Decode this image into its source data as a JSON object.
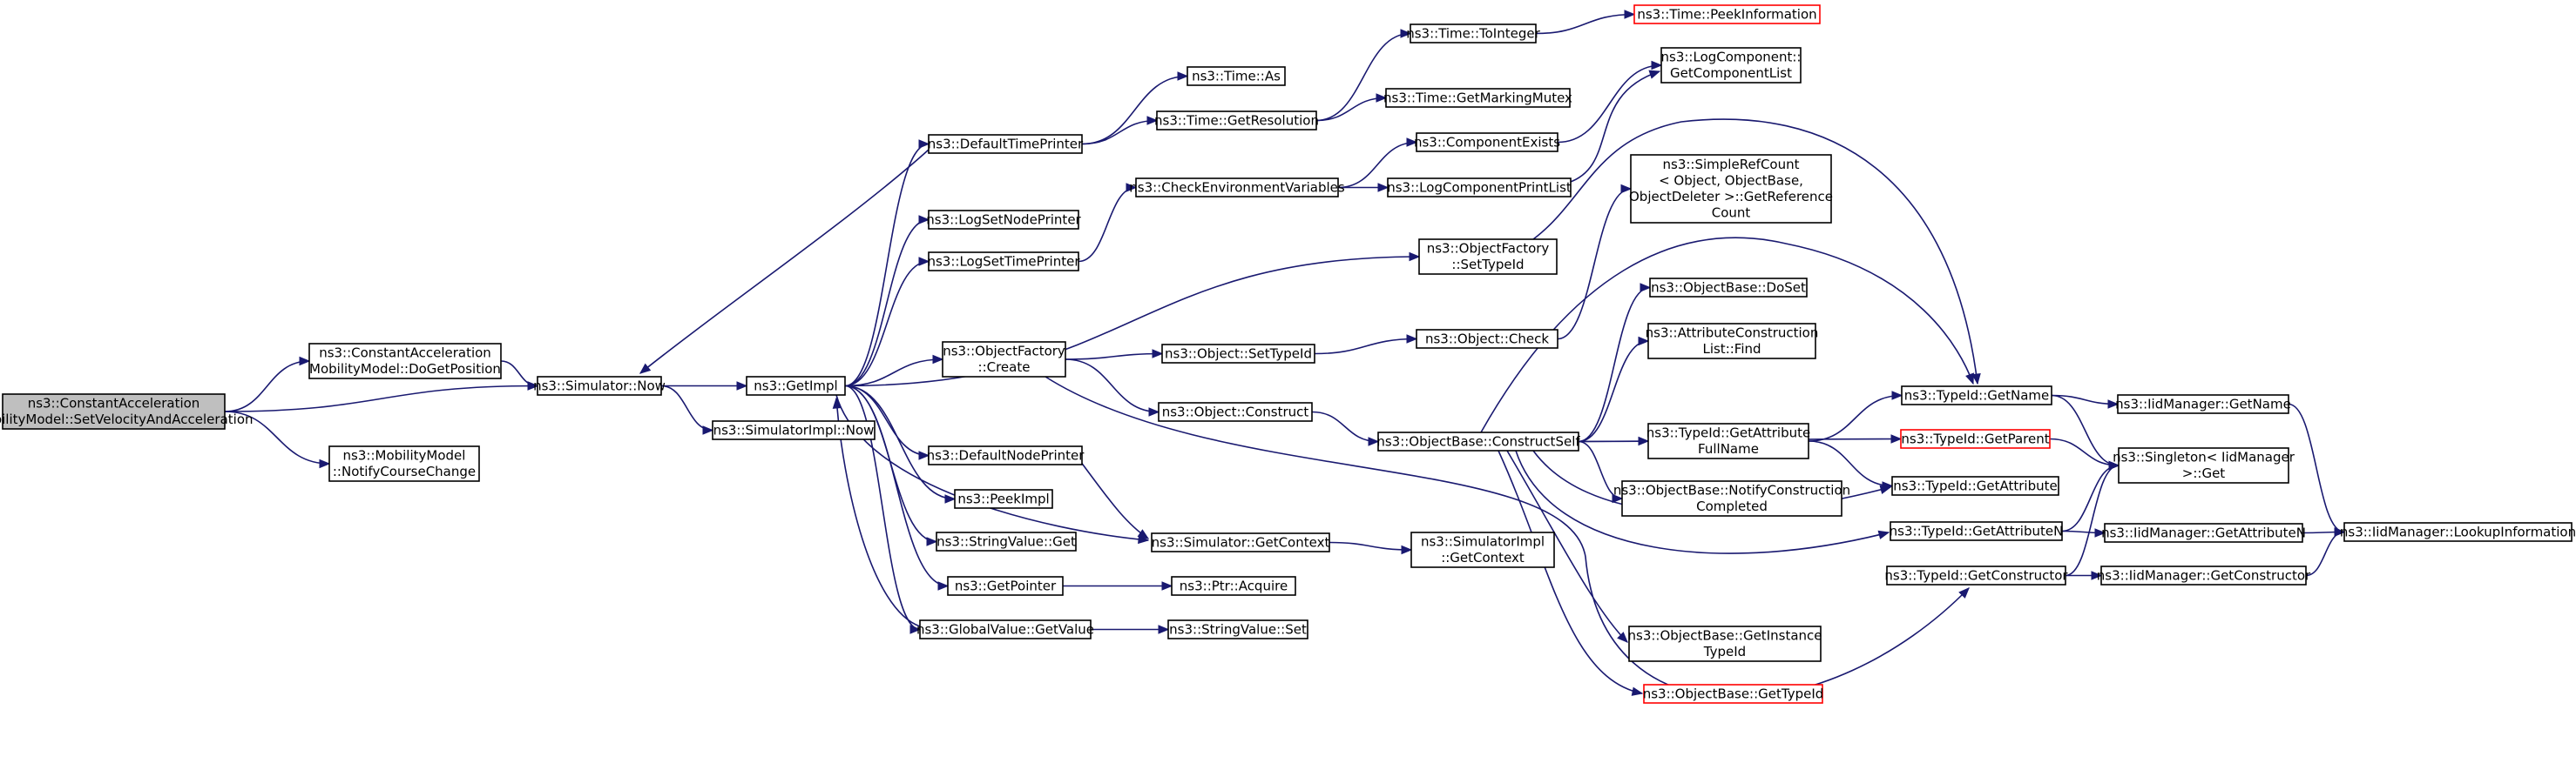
{
  "diagram": {
    "nodes": [
      {
        "id": "root",
        "lines": [
          "ns3::ConstantAcceleration",
          "MobilityModel::SetVelocityAndAcceleration"
        ],
        "style": "root"
      },
      {
        "id": "doGetPosition",
        "lines": [
          "ns3::ConstantAcceleration",
          "MobilityModel::DoGetPosition"
        ]
      },
      {
        "id": "notifyCourseChange",
        "lines": [
          "ns3::MobilityModel",
          "::NotifyCourseChange"
        ]
      },
      {
        "id": "simulatorNow",
        "lines": [
          "ns3::Simulator::Now"
        ]
      },
      {
        "id": "simulatorImplNow",
        "lines": [
          "ns3::SimulatorImpl::Now"
        ]
      },
      {
        "id": "getImpl",
        "lines": [
          "ns3::GetImpl"
        ]
      },
      {
        "id": "defaultTimePrinter",
        "lines": [
          "ns3::DefaultTimePrinter"
        ]
      },
      {
        "id": "logSetNodePrinter",
        "lines": [
          "ns3::LogSetNodePrinter"
        ]
      },
      {
        "id": "logSetTimePrinter",
        "lines": [
          "ns3::LogSetTimePrinter"
        ]
      },
      {
        "id": "objectFactoryCreate",
        "lines": [
          "ns3::ObjectFactory",
          "::Create"
        ]
      },
      {
        "id": "defaultNodePrinter",
        "lines": [
          "ns3::DefaultNodePrinter"
        ]
      },
      {
        "id": "peekImpl",
        "lines": [
          "ns3::PeekImpl"
        ]
      },
      {
        "id": "stringValueGet",
        "lines": [
          "ns3::StringValue::Get"
        ]
      },
      {
        "id": "getPointer",
        "lines": [
          "ns3::GetPointer"
        ]
      },
      {
        "id": "globalValueGetValue",
        "lines": [
          "ns3::GlobalValue::GetValue"
        ]
      },
      {
        "id": "timeAs",
        "lines": [
          "ns3::Time::As"
        ]
      },
      {
        "id": "timeGetResolution",
        "lines": [
          "ns3::Time::GetResolution"
        ]
      },
      {
        "id": "checkEnvVars",
        "lines": [
          "ns3::CheckEnvironmentVariables"
        ]
      },
      {
        "id": "objectSetTypeId",
        "lines": [
          "ns3::Object::SetTypeId"
        ]
      },
      {
        "id": "objectConstruct",
        "lines": [
          "ns3::Object::Construct"
        ]
      },
      {
        "id": "simulatorGetContext",
        "lines": [
          "ns3::Simulator::GetContext"
        ]
      },
      {
        "id": "ptrAcquire",
        "lines": [
          "ns3::Ptr::Acquire"
        ]
      },
      {
        "id": "stringValueSet",
        "lines": [
          "ns3::StringValue::Set"
        ]
      },
      {
        "id": "timeToInteger",
        "lines": [
          "ns3::Time::ToInteger"
        ]
      },
      {
        "id": "timeGetMarkingMutex",
        "lines": [
          "ns3::Time::GetMarkingMutex"
        ]
      },
      {
        "id": "componentExists",
        "lines": [
          "ns3::ComponentExists"
        ]
      },
      {
        "id": "logComponentPrintList",
        "lines": [
          "ns3::LogComponentPrintList"
        ]
      },
      {
        "id": "objectFactorySetTypeId",
        "lines": [
          "ns3::ObjectFactory",
          "::SetTypeId"
        ]
      },
      {
        "id": "objectCheck",
        "lines": [
          "ns3::Object::Check"
        ]
      },
      {
        "id": "objectBaseConstructSelf",
        "lines": [
          "ns3::ObjectBase::ConstructSelf"
        ]
      },
      {
        "id": "simulatorImplGetContext",
        "lines": [
          "ns3::SimulatorImpl",
          "::GetContext"
        ]
      },
      {
        "id": "timePeekInformation",
        "lines": [
          "ns3::Time::PeekInformation"
        ],
        "style": "trunc"
      },
      {
        "id": "logComponentGetComponentList",
        "lines": [
          "ns3::LogComponent::",
          "GetComponentList"
        ]
      },
      {
        "id": "simpleRefCountGetReferenceCount",
        "lines": [
          "ns3::SimpleRefCount",
          "< Object, ObjectBase,",
          "ObjectDeleter >::GetReference",
          "Count"
        ]
      },
      {
        "id": "objectBaseDoSet",
        "lines": [
          "ns3::ObjectBase::DoSet"
        ]
      },
      {
        "id": "attributeConstructionListFind",
        "lines": [
          "ns3::AttributeConstruction",
          "List::Find"
        ]
      },
      {
        "id": "typeIdGetAttributeFullName",
        "lines": [
          "ns3::TypeId::GetAttribute",
          "FullName"
        ]
      },
      {
        "id": "objectBaseNotifyConstructionCompleted",
        "lines": [
          "ns3::ObjectBase::NotifyConstruction",
          "Completed"
        ]
      },
      {
        "id": "objectBaseGetInstanceTypeId",
        "lines": [
          "ns3::ObjectBase::GetInstance",
          "TypeId"
        ]
      },
      {
        "id": "objectBaseGetTypeId",
        "lines": [
          "ns3::ObjectBase::GetTypeId"
        ],
        "style": "trunc"
      },
      {
        "id": "typeIdGetName",
        "lines": [
          "ns3::TypeId::GetName"
        ]
      },
      {
        "id": "typeIdGetParent",
        "lines": [
          "ns3::TypeId::GetParent"
        ],
        "style": "trunc"
      },
      {
        "id": "typeIdGetAttribute",
        "lines": [
          "ns3::TypeId::GetAttribute"
        ]
      },
      {
        "id": "typeIdGetAttributeN",
        "lines": [
          "ns3::TypeId::GetAttributeN"
        ]
      },
      {
        "id": "typeIdGetConstructor",
        "lines": [
          "ns3::TypeId::GetConstructor"
        ]
      },
      {
        "id": "iidManagerGetName",
        "lines": [
          "ns3::IidManager::GetName"
        ]
      },
      {
        "id": "singletonGet",
        "lines": [
          "ns3::Singleton< IidManager",
          ">::Get"
        ]
      },
      {
        "id": "iidManagerGetAttributeN",
        "lines": [
          "ns3::IidManager::GetAttributeN"
        ]
      },
      {
        "id": "iidManagerGetConstructor",
        "lines": [
          "ns3::IidManager::GetConstructor"
        ]
      },
      {
        "id": "iidManagerLookupInformation",
        "lines": [
          "ns3::IidManager::LookupInformation"
        ]
      }
    ],
    "edges": [
      [
        "root",
        "doGetPosition"
      ],
      [
        "root",
        "simulatorNow"
      ],
      [
        "root",
        "notifyCourseChange"
      ],
      [
        "doGetPosition",
        "simulatorNow"
      ],
      [
        "simulatorNow",
        "getImpl"
      ],
      [
        "simulatorNow",
        "simulatorImplNow"
      ],
      [
        "getImpl",
        "defaultTimePrinter"
      ],
      [
        "getImpl",
        "logSetNodePrinter"
      ],
      [
        "getImpl",
        "logSetTimePrinter"
      ],
      [
        "getImpl",
        "objectFactorySetTypeId"
      ],
      [
        "getImpl",
        "objectFactoryCreate"
      ],
      [
        "getImpl",
        "defaultNodePrinter"
      ],
      [
        "getImpl",
        "peekImpl"
      ],
      [
        "getImpl",
        "stringValueGet"
      ],
      [
        "getImpl",
        "getPointer"
      ],
      [
        "getImpl",
        "globalValueGetValue"
      ],
      [
        "getImpl",
        "simulatorGetContext"
      ],
      [
        "defaultTimePrinter",
        "simulatorNow"
      ],
      [
        "defaultTimePrinter",
        "timeAs"
      ],
      [
        "defaultTimePrinter",
        "timeGetResolution"
      ],
      [
        "logSetTimePrinter",
        "checkEnvVars"
      ],
      [
        "objectFactoryCreate",
        "objectSetTypeId"
      ],
      [
        "objectFactoryCreate",
        "objectConstruct"
      ],
      [
        "objectFactoryCreate",
        "typeIdGetConstructor"
      ],
      [
        "defaultNodePrinter",
        "simulatorGetContext"
      ],
      [
        "getPointer",
        "ptrAcquire"
      ],
      [
        "globalValueGetValue",
        "stringValueSet"
      ],
      [
        "globalValueGetValue",
        "getImpl"
      ],
      [
        "timeGetResolution",
        "timeToInteger"
      ],
      [
        "timeGetResolution",
        "timeGetMarkingMutex"
      ],
      [
        "timeToInteger",
        "timePeekInformation"
      ],
      [
        "checkEnvVars",
        "componentExists"
      ],
      [
        "checkEnvVars",
        "logComponentPrintList"
      ],
      [
        "componentExists",
        "logComponentGetComponentList"
      ],
      [
        "logComponentPrintList",
        "logComponentGetComponentList"
      ],
      [
        "objectSetTypeId",
        "objectCheck"
      ],
      [
        "objectCheck",
        "simpleRefCountGetReferenceCount"
      ],
      [
        "objectConstruct",
        "objectBaseConstructSelf"
      ],
      [
        "simulatorGetContext",
        "simulatorImplGetContext"
      ],
      [
        "objectFactorySetTypeId",
        "typeIdGetName"
      ],
      [
        "objectBaseConstructSelf",
        "objectBaseDoSet"
      ],
      [
        "objectBaseConstructSelf",
        "attributeConstructionListFind"
      ],
      [
        "objectBaseConstructSelf",
        "typeIdGetAttributeFullName"
      ],
      [
        "objectBaseConstructSelf",
        "objectBaseNotifyConstructionCompleted"
      ],
      [
        "objectBaseConstructSelf",
        "objectBaseGetInstanceTypeId"
      ],
      [
        "objectBaseConstructSelf",
        "objectBaseGetTypeId"
      ],
      [
        "objectBaseConstructSelf",
        "typeIdGetName"
      ],
      [
        "objectBaseConstructSelf",
        "typeIdGetParent"
      ],
      [
        "objectBaseConstructSelf",
        "typeIdGetAttribute"
      ],
      [
        "objectBaseConstructSelf",
        "typeIdGetAttributeN"
      ],
      [
        "typeIdGetAttributeFullName",
        "typeIdGetName"
      ],
      [
        "typeIdGetAttributeFullName",
        "typeIdGetAttribute"
      ],
      [
        "typeIdGetName",
        "iidManagerGetName"
      ],
      [
        "typeIdGetName",
        "singletonGet"
      ],
      [
        "typeIdGetParent",
        "singletonGet"
      ],
      [
        "typeIdGetAttributeN",
        "singletonGet"
      ],
      [
        "typeIdGetAttributeN",
        "iidManagerGetAttributeN"
      ],
      [
        "typeIdGetConstructor",
        "singletonGet"
      ],
      [
        "typeIdGetConstructor",
        "iidManagerGetConstructor"
      ],
      [
        "iidManagerGetName",
        "iidManagerLookupInformation"
      ],
      [
        "iidManagerGetAttributeN",
        "iidManagerLookupInformation"
      ],
      [
        "iidManagerGetConstructor",
        "iidManagerLookupInformation"
      ]
    ]
  }
}
